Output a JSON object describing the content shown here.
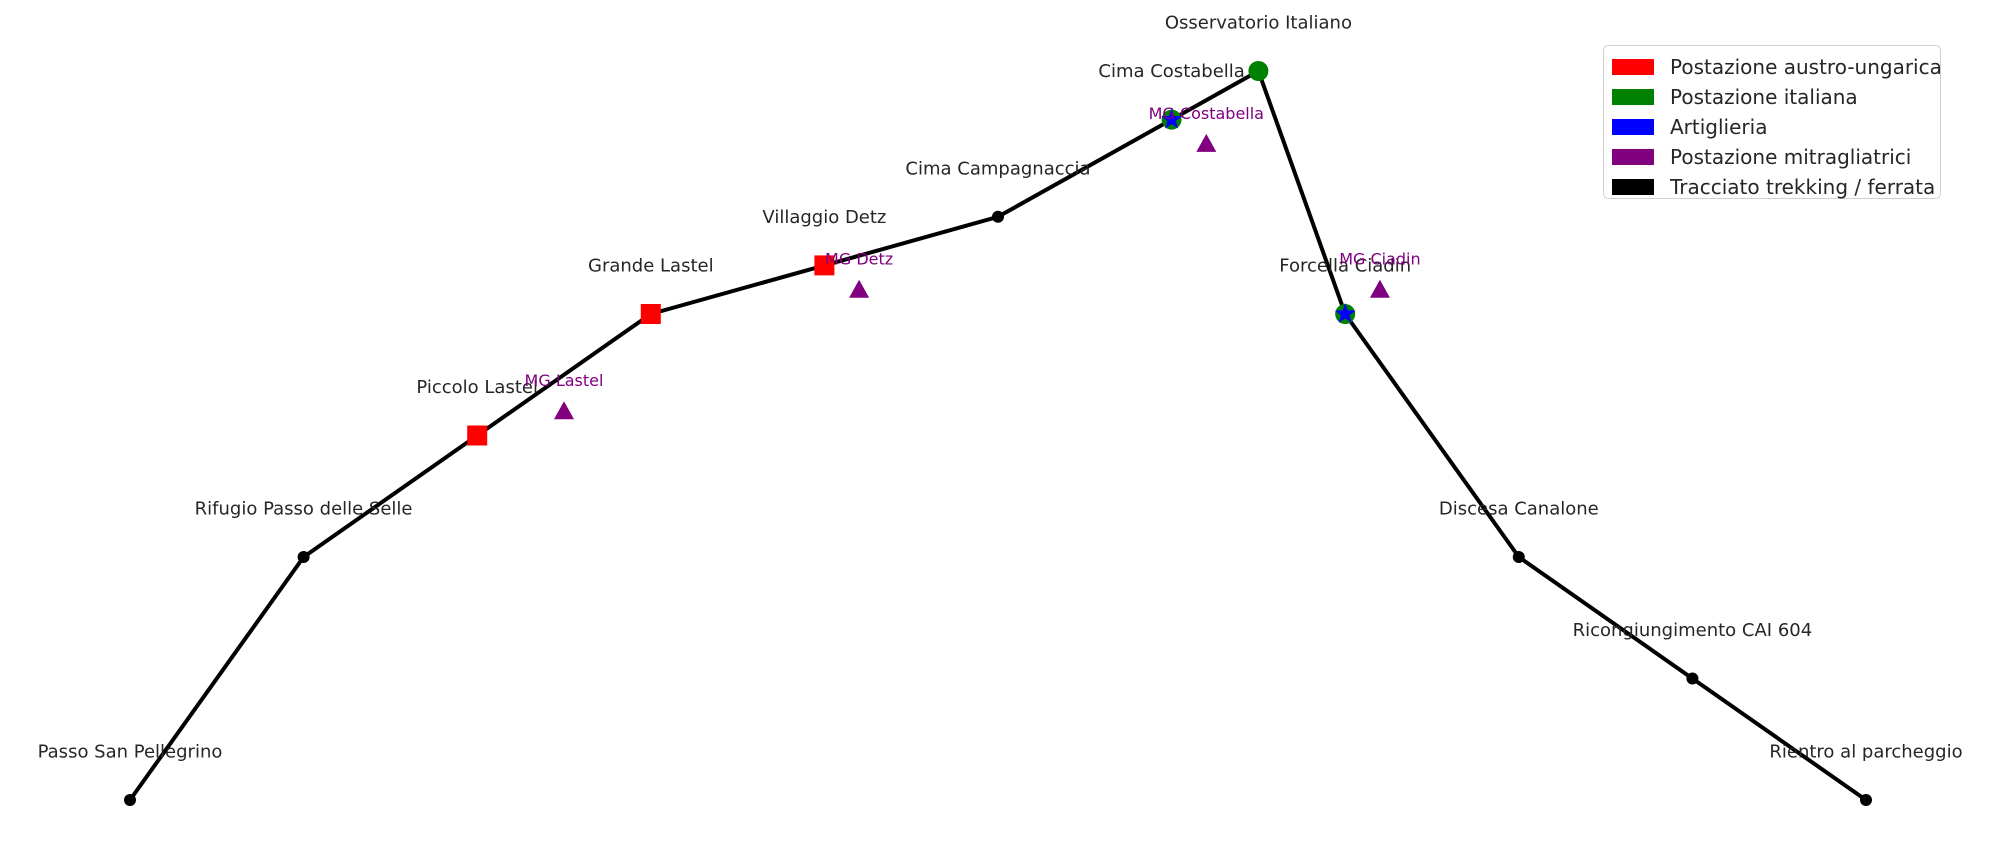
{
  "chart_data": {
    "type": "line",
    "title": "",
    "xlabel": "",
    "ylabel": "",
    "axes_visible": false,
    "grid": false,
    "xlim": [
      -0.75,
      10.75
    ],
    "ylim": [
      -0.4,
      6.6
    ],
    "legend_position": "top-right",
    "colors": {
      "austro": "#ff0000",
      "italiana": "#008000",
      "artiglieria": "#0000ff",
      "mitragliatrici": "#800080",
      "trail": "#000000",
      "label": "#262626"
    },
    "legend": [
      {
        "label": "Postazione austro-ungarica",
        "color": "#ff0000"
      },
      {
        "label": "Postazione italiana",
        "color": "#008000"
      },
      {
        "label": "Artiglieria",
        "color": "#0000ff"
      },
      {
        "label": "Postazione mitragliatrici",
        "color": "#800080"
      },
      {
        "label": "Tracciato trekking / ferrata",
        "color": "#000000"
      }
    ],
    "trail": [
      {
        "name": "Passo San Pellegrino",
        "x": 0,
        "y": 0,
        "marker": "dot"
      },
      {
        "name": "Rifugio Passo delle Selle",
        "x": 1,
        "y": 2,
        "marker": "dot"
      },
      {
        "name": "Piccolo Lastel",
        "x": 2,
        "y": 3,
        "marker": "austro"
      },
      {
        "name": "Grande Lastel",
        "x": 3,
        "y": 4,
        "marker": "austro"
      },
      {
        "name": "Villaggio Detz",
        "x": 4,
        "y": 4.4,
        "marker": "austro"
      },
      {
        "name": "Cima Campagnaccia",
        "x": 5,
        "y": 4.8,
        "marker": "dot"
      },
      {
        "name": "Cima Costabella",
        "x": 6,
        "y": 5.6,
        "marker": "italiana+artiglieria"
      },
      {
        "name": "Osservatorio Italiano",
        "x": 6.5,
        "y": 6,
        "marker": "italiana"
      },
      {
        "name": "Forcella Ciadin",
        "x": 7,
        "y": 4,
        "marker": "italiana+artiglieria"
      },
      {
        "name": "Discesa Canalone",
        "x": 8,
        "y": 2,
        "marker": "dot"
      },
      {
        "name": "Ricongiungimento CAI 604",
        "x": 9,
        "y": 1,
        "marker": "dot"
      },
      {
        "name": "Rientro al parcheggio",
        "x": 10,
        "y": 0,
        "marker": "dot"
      }
    ],
    "machine_guns": [
      {
        "name": "MG Lastel",
        "x": 2.5,
        "y": 3.2
      },
      {
        "name": "MG Detz",
        "x": 4.2,
        "y": 4.2
      },
      {
        "name": "MG Costabella",
        "x": 6.2,
        "y": 5.4
      },
      {
        "name": "MG Ciadin",
        "x": 7.2,
        "y": 4.2
      }
    ]
  }
}
